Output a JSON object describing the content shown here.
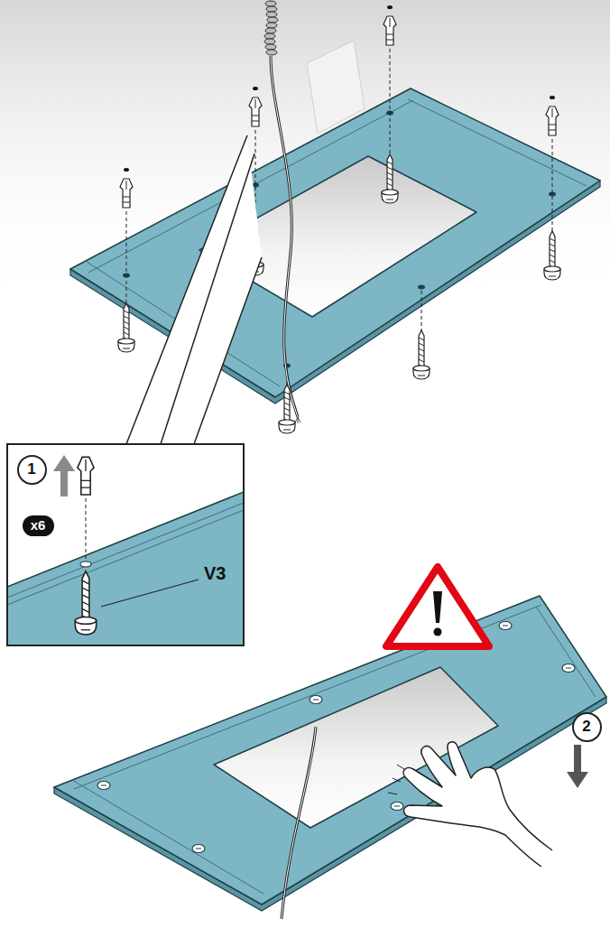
{
  "diagram": {
    "nodes": [
      {
        "text": [
          "1"
        ]
      },
      {
        "text": [
          "x6"
        ]
      },
      {
        "text": [
          "2"
        ]
      }
    ],
    "labels": [
      "V3"
    ]
  }
}
